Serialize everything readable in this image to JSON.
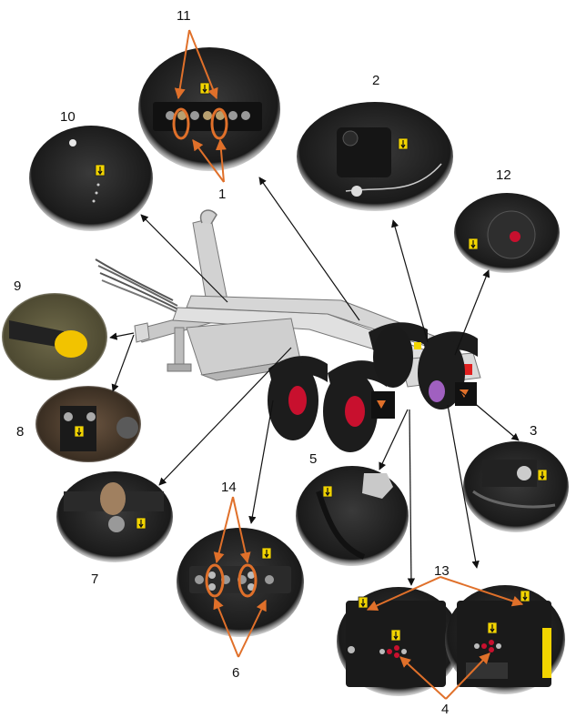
{
  "colors": {
    "callout_orange": "#e0702a",
    "pointer_black": "#111111",
    "frame_gray": "#d4d4d4",
    "tire_black": "#1c1c1c",
    "hub_red": "#c8102e",
    "decal_yellow": "#f2d400",
    "photo_dark": "#1f1f1f"
  },
  "callouts": {
    "c1": "1",
    "c2": "2",
    "c3": "3",
    "c4": "4",
    "c5": "5",
    "c6": "6",
    "c7": "7",
    "c8": "8",
    "c9": "9",
    "c10": "10",
    "c11": "11",
    "c12": "12",
    "c13": "13",
    "c14": "14"
  },
  "icons": [
    "grease-point-decal-icon"
  ]
}
